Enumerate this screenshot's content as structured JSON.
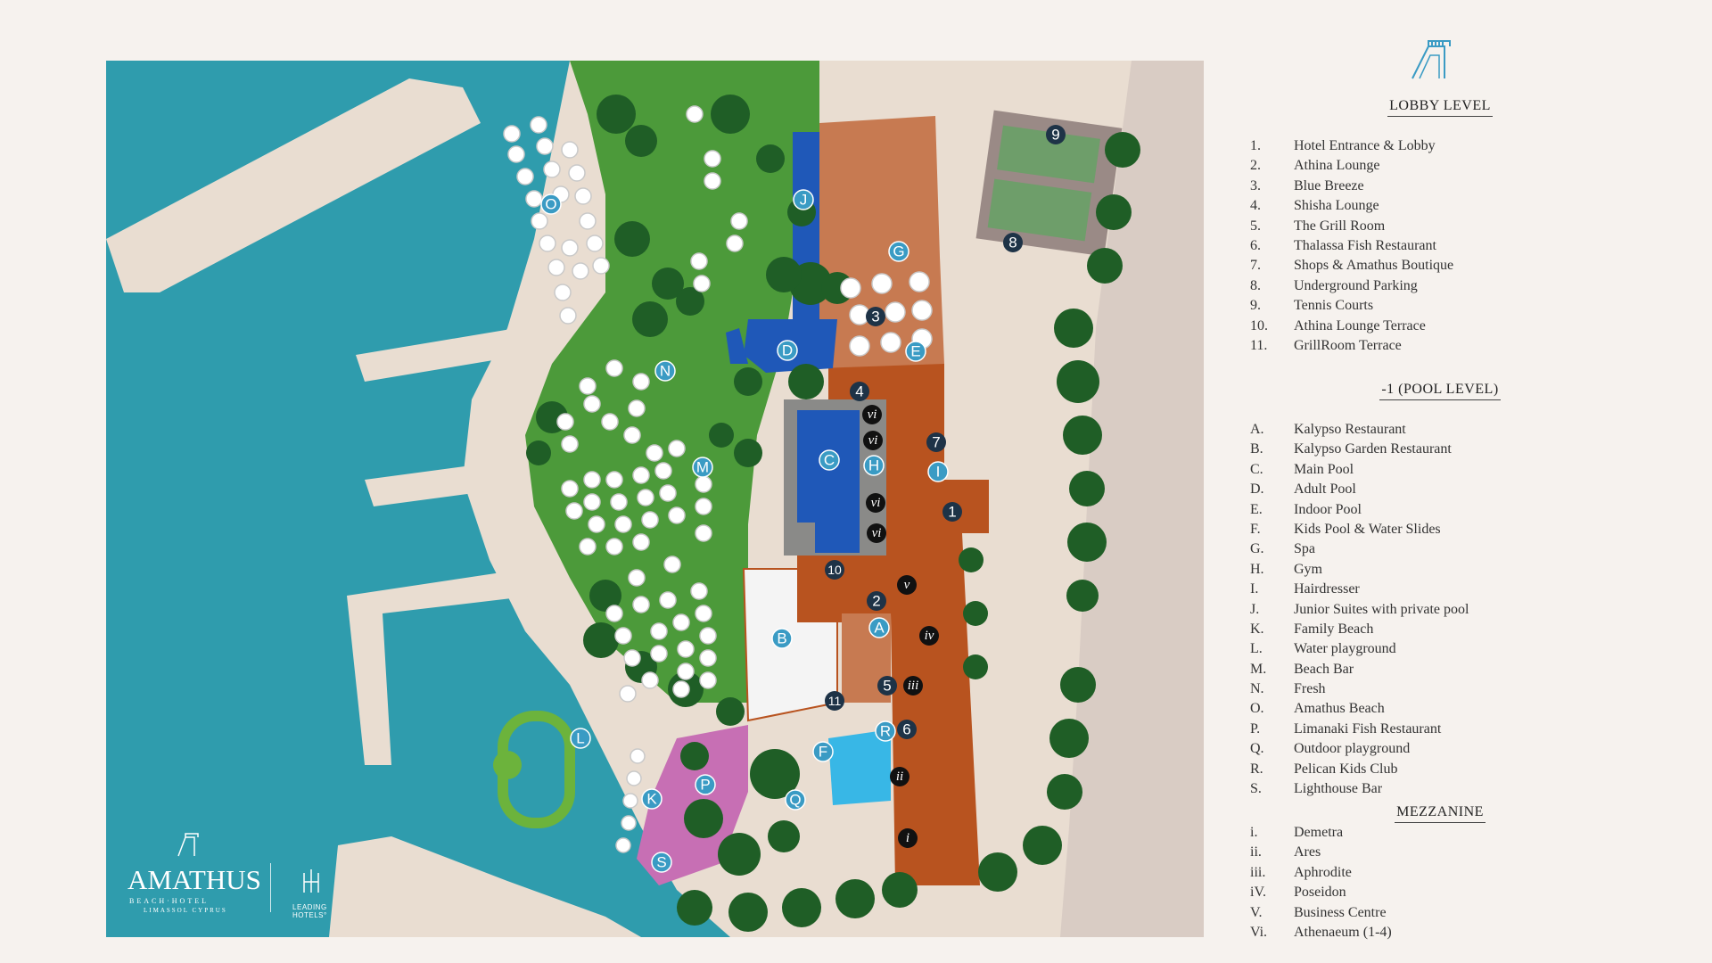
{
  "brand": {
    "name": "AMATHUS",
    "subtitle": "BEACH·HOTEL",
    "location": "LIMASSOL CYPRUS",
    "partner_line1": "LEADING",
    "partner_line2": "HOTELS°"
  },
  "colors": {
    "sea": "#2f9cad",
    "sand": "#e9ddd1",
    "grass": "#4c9a3a",
    "tree": "#1f5e26",
    "building": "#b8531f",
    "terrace": "#c77a51",
    "pool": "#1f58b8",
    "marker_dark": "#1e3347",
    "marker_light": "#3a9bc4"
  },
  "legend": {
    "lobby_title": "LOBBY LEVEL",
    "lobby_items": [
      {
        "key": "1.",
        "label": "Hotel Entrance & Lobby"
      },
      {
        "key": "2.",
        "label": "Athina Lounge"
      },
      {
        "key": "3.",
        "label": "Blue Breeze"
      },
      {
        "key": "4.",
        "label": "Shisha Lounge"
      },
      {
        "key": "5.",
        "label": "The Grill Room"
      },
      {
        "key": "6.",
        "label": "Thalassa Fish Restaurant"
      },
      {
        "key": "7.",
        "label": "Shops & Amathus Boutique"
      },
      {
        "key": "8.",
        "label": "Underground Parking"
      },
      {
        "key": "9.",
        "label": "Tennis Courts"
      },
      {
        "key": "10.",
        "label": "Athina Lounge Terrace"
      },
      {
        "key": "11.",
        "label": "GrillRoom Terrace"
      }
    ],
    "pool_title": "-1 (POOL LEVEL)",
    "pool_items": [
      {
        "key": "A.",
        "label": "Kalypso Restaurant"
      },
      {
        "key": "B.",
        "label": "Kalypso Garden Restaurant"
      },
      {
        "key": "C.",
        "label": "Main Pool"
      },
      {
        "key": "D.",
        "label": "Adult Pool"
      },
      {
        "key": "E.",
        "label": "Indoor Pool"
      },
      {
        "key": "F.",
        "label": "Kids Pool & Water Slides"
      },
      {
        "key": "G.",
        "label": "Spa"
      },
      {
        "key": "H.",
        "label": "Gym"
      },
      {
        "key": "I.",
        "label": "Hairdresser"
      },
      {
        "key": "J.",
        "label": "Junior Suites with private pool"
      },
      {
        "key": "K.",
        "label": "Family Beach"
      },
      {
        "key": "L.",
        "label": "Water playground"
      },
      {
        "key": "M.",
        "label": "Beach Bar"
      },
      {
        "key": "N.",
        "label": "Fresh"
      },
      {
        "key": "O.",
        "label": "Amathus Beach"
      },
      {
        "key": "P.",
        "label": "Limanaki Fish Restaurant"
      },
      {
        "key": "Q.",
        "label": "Outdoor playground"
      },
      {
        "key": "R.",
        "label": "Pelican Kids Club"
      },
      {
        "key": "S.",
        "label": "Lighthouse Bar"
      }
    ],
    "mezz_title": "MEZZANINE",
    "mezz_items": [
      {
        "key": "i.",
        "label": "Demetra"
      },
      {
        "key": "ii.",
        "label": "Ares"
      },
      {
        "key": "iii.",
        "label": "Aphrodite"
      },
      {
        "key": "iV.",
        "label": "Poseidon"
      },
      {
        "key": "V.",
        "label": "Business Centre"
      },
      {
        "key": "Vi.",
        "label": "Athenaeum (1-4)"
      }
    ]
  },
  "markers": {
    "dark": [
      "1",
      "2",
      "3",
      "4",
      "5",
      "6",
      "7",
      "8",
      "9",
      "10",
      "11"
    ],
    "light": [
      "A",
      "B",
      "C",
      "D",
      "E",
      "F",
      "G",
      "H",
      "I",
      "J",
      "K",
      "L",
      "M",
      "N",
      "O",
      "P",
      "Q",
      "R",
      "S"
    ],
    "roman": [
      "vi",
      "vi",
      "vi",
      "vi",
      "v",
      "iv",
      "iii",
      "ii",
      "i"
    ]
  }
}
